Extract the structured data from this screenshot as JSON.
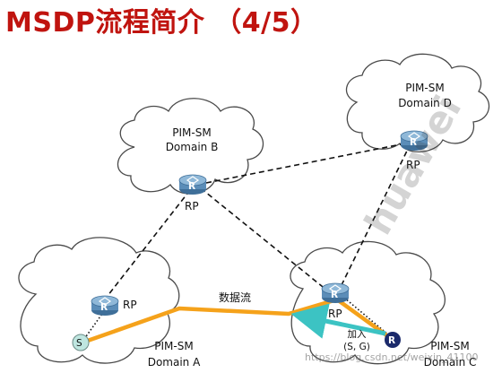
{
  "title": "MSDP流程简介 （4/5）",
  "domains": {
    "a": {
      "name": "PIM-SM",
      "sub": "Domain A"
    },
    "b": {
      "name": "PIM-SM",
      "sub": "Domain B"
    },
    "c": {
      "name": "PIM-SM",
      "sub": "Domain C"
    },
    "d": {
      "name": "PIM-SM",
      "sub": "Domain D"
    }
  },
  "rp_label": "RP",
  "router_glyph": "R",
  "source_glyph": "S",
  "receiver_glyph": "R",
  "data_flow_label": "数据流",
  "join_label": "加入",
  "join_sg": "(S, G)",
  "colors": {
    "title": "#c0140f",
    "data_flow": "#f5a21b",
    "join_arrow": "#3cc3c3",
    "router_body": "#5b8db8",
    "receiver": "#1b2a6b",
    "source": "#bfe6e0"
  },
  "icons": [
    "router-icon",
    "source-host-icon",
    "receiver-host-icon"
  ],
  "watermark": {
    "side": "huawei",
    "url": "https://blog.csdn.net/weixin_41100"
  }
}
